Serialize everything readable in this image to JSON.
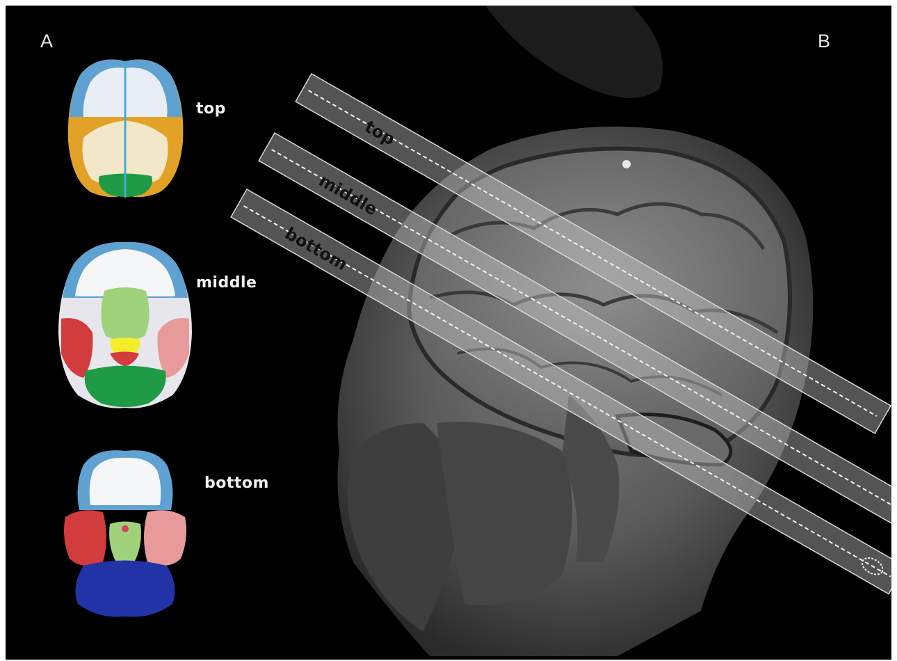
{
  "panels": {
    "left": "A",
    "right": "B"
  },
  "slices": [
    {
      "key": "top",
      "label": "top"
    },
    {
      "key": "middle",
      "label": "middle"
    },
    {
      "key": "bottom",
      "label": "bottom"
    }
  ],
  "band_labels": [
    "top",
    "middle",
    "bottom"
  ],
  "colors": {
    "background": "#000000",
    "frontal": "#5fa2d2",
    "parietal": "#e2a227",
    "occipital": "#1f9a45",
    "temporal": "#d23c3c",
    "temporal_right": "#e89a9a",
    "subcortical": "#9fd27a",
    "cerebellum": "#2233a8",
    "thalamus_border": "#f4ee2a",
    "band": "#c9c9c9"
  }
}
